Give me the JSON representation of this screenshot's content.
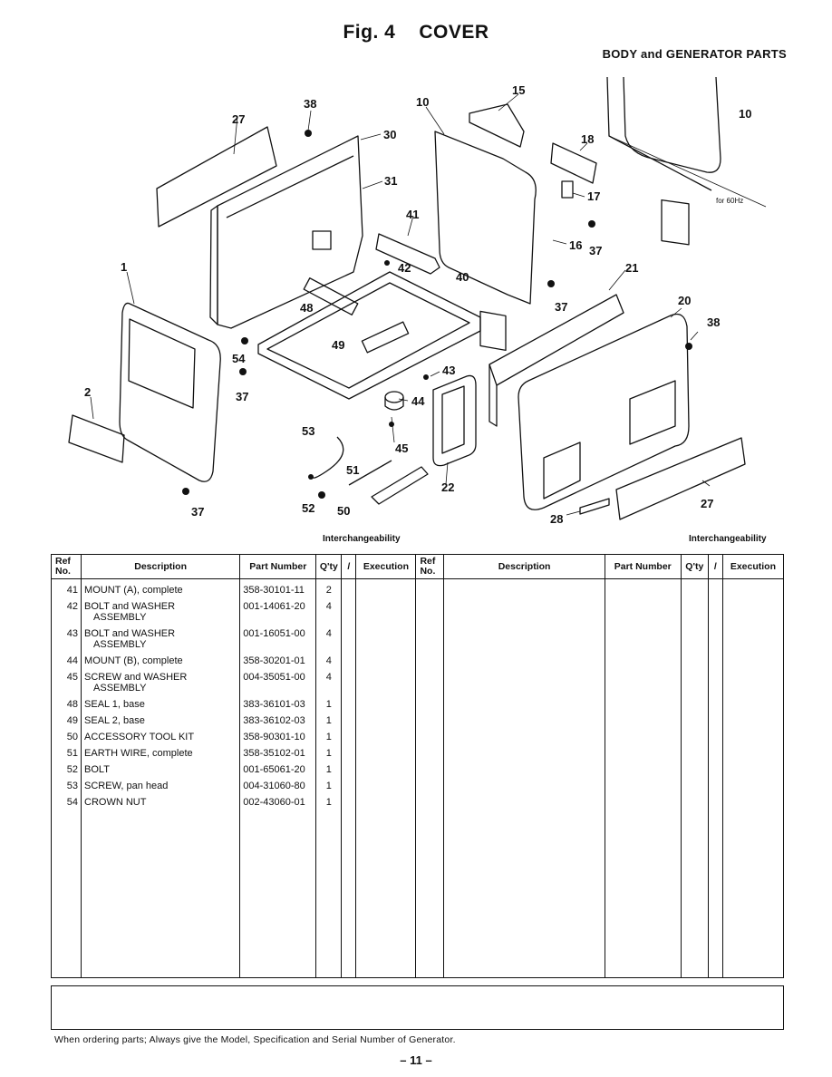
{
  "header": {
    "fig": "Fig. 4",
    "title": "COVER",
    "subtitle": "BODY and GENERATOR PARTS"
  },
  "diagram": {
    "callouts": [
      "38",
      "27",
      "30",
      "31",
      "1",
      "2",
      "54",
      "37",
      "37",
      "53",
      "51",
      "52",
      "50",
      "45",
      "44",
      "43",
      "22",
      "41",
      "42",
      "40",
      "48",
      "49",
      "10",
      "15",
      "18",
      "17",
      "16",
      "37",
      "37",
      "21",
      "20",
      "38",
      "27",
      "28",
      "10"
    ],
    "inset_note": "for 60Hz"
  },
  "interchangeability_label": "Interchangeability",
  "table": {
    "headers": {
      "ref": "Ref No.",
      "description": "Description",
      "part_number": "Part Number",
      "qty": "Q'ty",
      "execution": "Execution"
    },
    "rows": [
      {
        "ref": "41",
        "desc": "MOUNT (A), complete",
        "desc2": "",
        "part": "358-30101-11",
        "qty": "2"
      },
      {
        "ref": "42",
        "desc": "BOLT and WASHER",
        "desc2": "ASSEMBLY",
        "part": "001-14061-20",
        "qty": "4"
      },
      {
        "ref": "43",
        "desc": "BOLT and WASHER",
        "desc2": "ASSEMBLY",
        "part": "001-16051-00",
        "qty": "4"
      },
      {
        "ref": "44",
        "desc": "MOUNT (B), complete",
        "desc2": "",
        "part": "358-30201-01",
        "qty": "4"
      },
      {
        "ref": "45",
        "desc": "SCREW and WASHER",
        "desc2": "ASSEMBLY",
        "part": "004-35051-00",
        "qty": "4"
      },
      {
        "ref": "48",
        "desc": "SEAL 1, base",
        "desc2": "",
        "part": "383-36101-03",
        "qty": "1"
      },
      {
        "ref": "49",
        "desc": "SEAL 2, base",
        "desc2": "",
        "part": "383-36102-03",
        "qty": "1"
      },
      {
        "ref": "50",
        "desc": "ACCESSORY TOOL KIT",
        "desc2": "",
        "part": "358-90301-10",
        "qty": "1"
      },
      {
        "ref": "51",
        "desc": "EARTH WIRE, complete",
        "desc2": "",
        "part": "358-35102-01",
        "qty": "1"
      },
      {
        "ref": "52",
        "desc": "BOLT",
        "desc2": "",
        "part": "001-65061-20",
        "qty": "1"
      },
      {
        "ref": "53",
        "desc": "SCREW, pan head",
        "desc2": "",
        "part": "004-31060-80",
        "qty": "1"
      },
      {
        "ref": "54",
        "desc": "CROWN NUT",
        "desc2": "",
        "part": "002-43060-01",
        "qty": "1"
      }
    ]
  },
  "footer": {
    "note": "When ordering parts; Always give the Model, Specification and Serial Number of Generator.",
    "page": "– 11 –"
  }
}
